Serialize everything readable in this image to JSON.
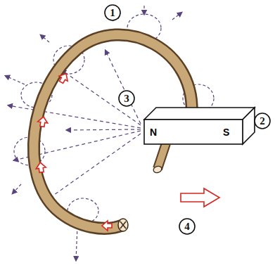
{
  "diagram": {
    "nodes": [
      {
        "text": [
          "N",
          "S"
        ]
      }
    ],
    "labels": [
      "1",
      "2",
      "3",
      "4"
    ]
  }
}
